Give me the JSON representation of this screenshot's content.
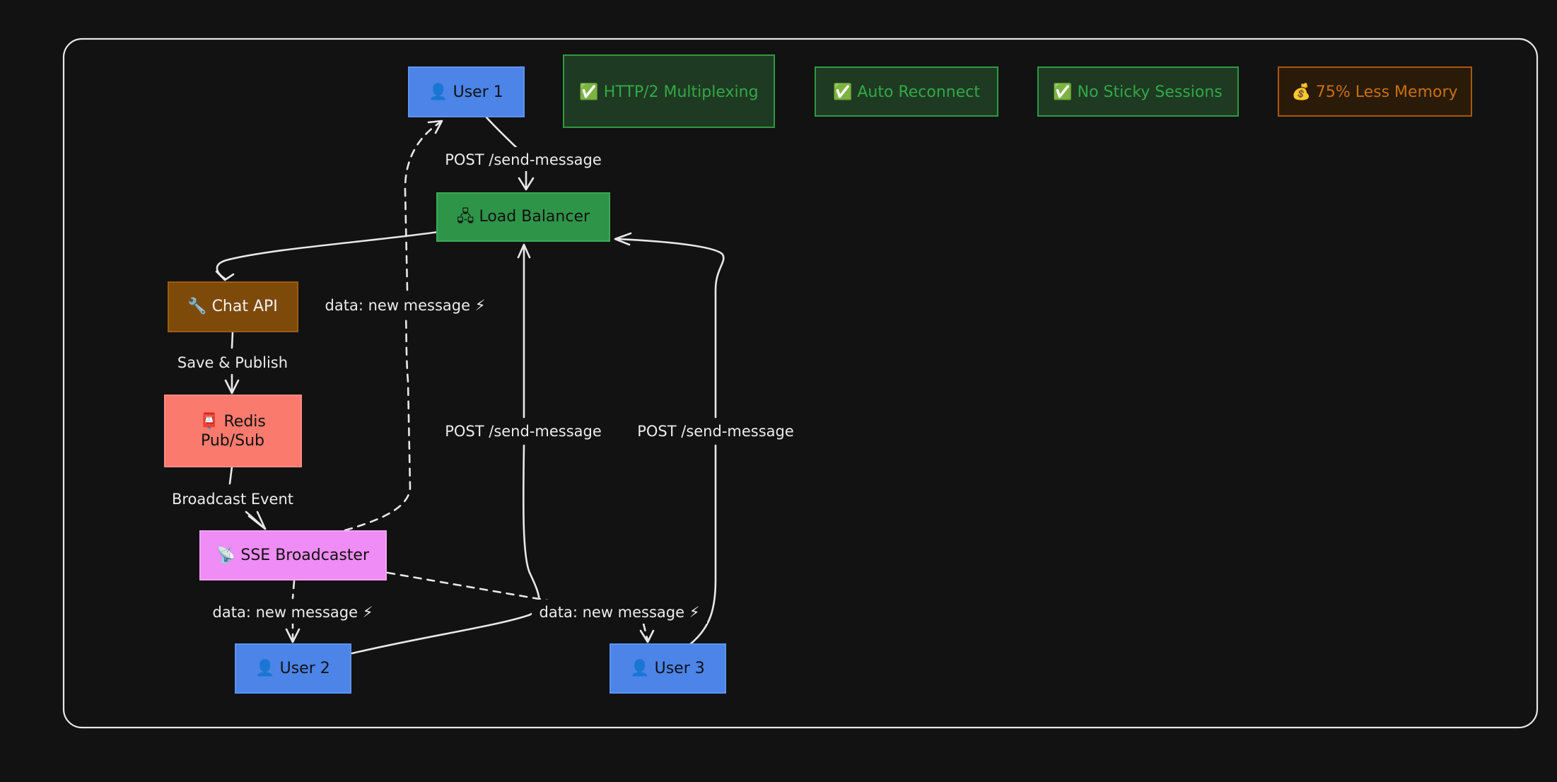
{
  "nodes": {
    "user1": {
      "label": "👤 User 1",
      "fill": "#4c84e8",
      "stroke": "#5f93f2",
      "text": "#111111"
    },
    "load_balancer": {
      "label": "🖧 Load Balancer",
      "fill": "#2e9448",
      "stroke": "#3caa58",
      "text": "#111111"
    },
    "chat_api": {
      "label": "🔧 Chat API",
      "fill": "#7e4a0a",
      "stroke": "#9a5d12",
      "text": "#f2f2f2"
    },
    "redis": {
      "line1": "📮 Redis",
      "line2": "Pub/Sub",
      "fill": "#fa7a6e",
      "stroke": "#ff8c82",
      "text": "#111111"
    },
    "sse": {
      "label": "📡 SSE Broadcaster",
      "fill": "#ef8cf5",
      "stroke": "#f6a4fa",
      "text": "#111111"
    },
    "user2": {
      "label": "👤 User 2",
      "fill": "#4c84e8",
      "stroke": "#5f93f2",
      "text": "#111111"
    },
    "user3": {
      "label": "👤 User 3",
      "fill": "#4c84e8",
      "stroke": "#5f93f2",
      "text": "#111111"
    }
  },
  "badges": {
    "http2": {
      "label": "✅ HTTP/2 Multiplexing",
      "fill": "#1e3a22",
      "stroke": "#2e9a40",
      "text": "#33a848"
    },
    "reconnect": {
      "label": "✅ Auto Reconnect",
      "fill": "#1e3a22",
      "stroke": "#2e9a40",
      "text": "#33a848"
    },
    "sticky": {
      "label": "✅ No Sticky Sessions",
      "fill": "#1e3a22",
      "stroke": "#2e9a40",
      "text": "#33a848"
    },
    "memory": {
      "label": "💰 75% Less Memory",
      "fill": "#2a1a08",
      "stroke": "#a8580c",
      "text": "#c8700e"
    }
  },
  "edge_labels": {
    "user1_to_lb": "POST /send-message",
    "sse_to_user1": "data: new message ⚡",
    "api_to_redis": "Save & Publish",
    "redis_to_sse": "Broadcast Event",
    "user2_to_lb": "POST /send-message",
    "user3_to_lb": "POST /send-message",
    "sse_to_user2": "data: new message ⚡",
    "sse_to_user3": "data: new message ⚡"
  },
  "colors": {
    "background": "#121212",
    "frame": "#e6e6e6",
    "edge": "#e8e8e8"
  }
}
